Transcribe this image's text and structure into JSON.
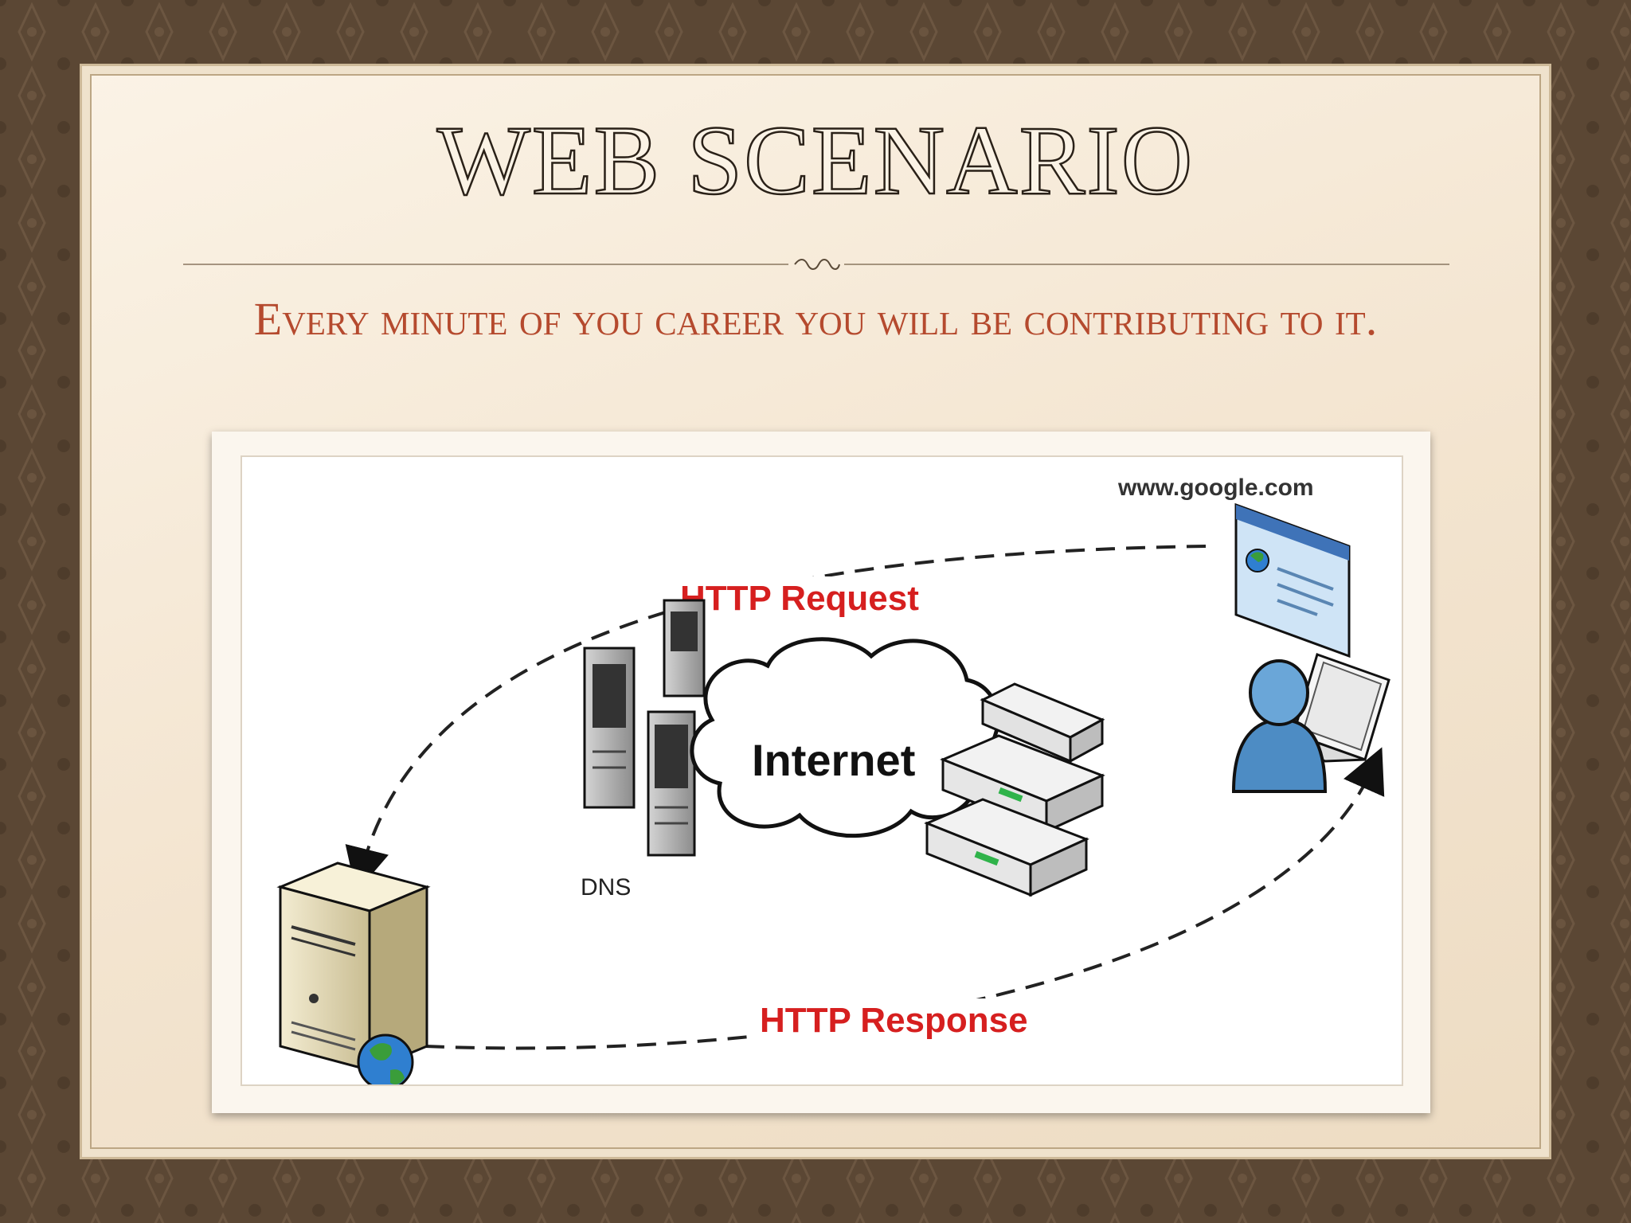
{
  "slide": {
    "title": "WEB SCENARIO",
    "subtitle": "Every minute of you career you will be contributing to it."
  },
  "diagram": {
    "url_label": "www.google.com",
    "request_label": "HTTP Request",
    "response_label": "HTTP Response",
    "internet_label": "Internet",
    "dns_label": "DNS",
    "colors": {
      "arrow_label": "#d61f1f",
      "user": "#4d8cc4",
      "browser": "#cfe4f6",
      "server": "#e8dfbf"
    },
    "icons": [
      "web-server-icon",
      "dns-server-icon",
      "cloud-icon",
      "router-icon",
      "user-icon",
      "laptop-icon",
      "browser-window-icon",
      "globe-icon"
    ]
  }
}
